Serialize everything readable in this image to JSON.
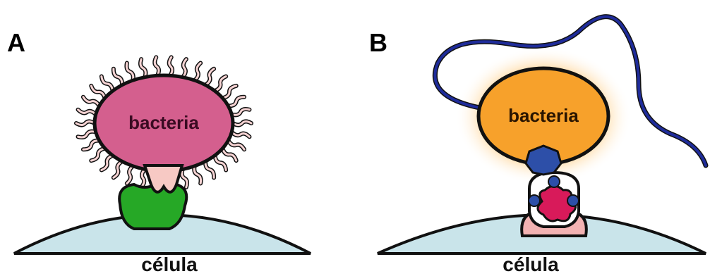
{
  "panels": [
    {
      "letter": "A",
      "bacteria_label": "bacteria",
      "cell_label": "célula",
      "colors": {
        "bacteria_fill": "#d45f8e",
        "fimbriae_fill": "#f6d3d3",
        "adhesin_fill": "#f7c9c4",
        "receptor_fill": "#26a826",
        "cell_fill": "#c9e4ea"
      }
    },
    {
      "letter": "B",
      "bacteria_label": "bacteria",
      "cell_label": "célula",
      "colors": {
        "bacteria_fill": "#f7a12b",
        "glow": "#ffd08a",
        "flagellum": "#1f2c9a",
        "adhesin_fill": "#2d4fa8",
        "receptor_fill": "#d81a5a",
        "base_fill": "#f2b2b2",
        "cell_fill": "#c9e4ea"
      }
    }
  ]
}
